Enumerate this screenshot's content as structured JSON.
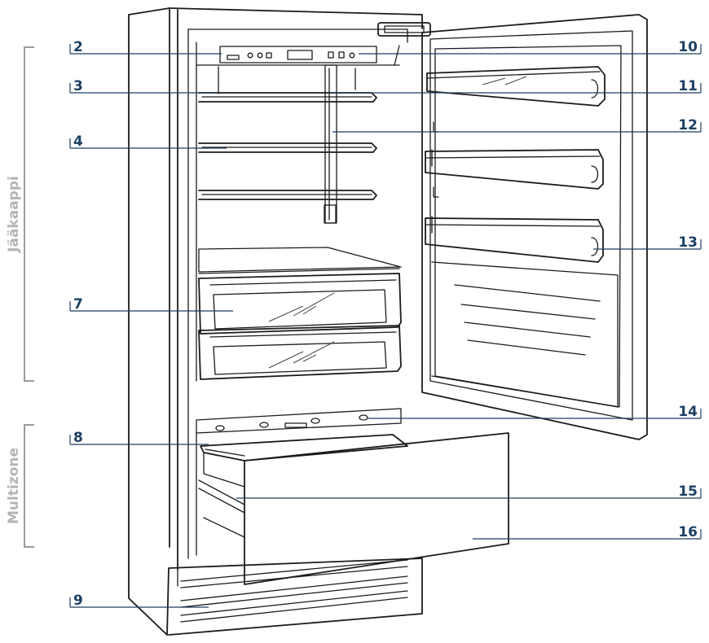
{
  "zones": {
    "top": "Jääkaappi",
    "bottom": "Multizone"
  },
  "callouts": {
    "c2": "2",
    "c3": "3",
    "c4": "4",
    "c7": "7",
    "c8": "8",
    "c9": "9",
    "c10": "10",
    "c11": "11",
    "c12": "12",
    "c13": "13",
    "c14": "14",
    "c15": "15",
    "c16": "16"
  }
}
